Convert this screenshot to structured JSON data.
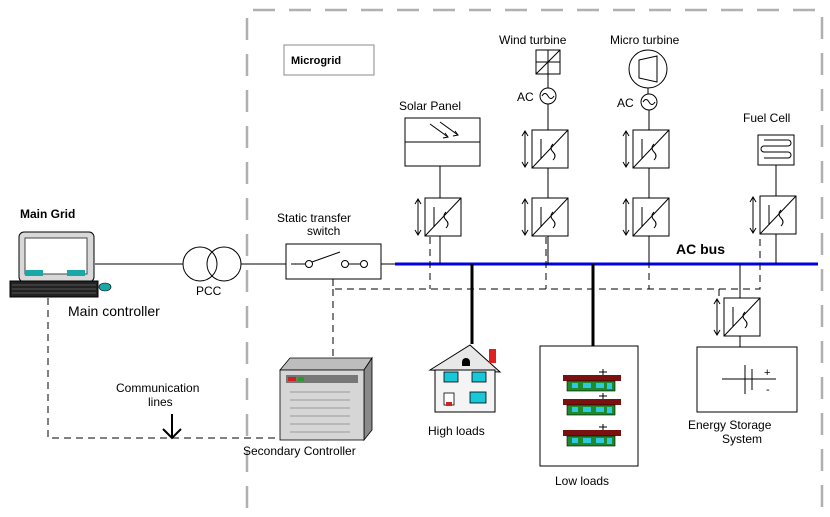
{
  "labels": {
    "microgrid": "Microgrid",
    "main_grid": "Main Grid",
    "main_controller": "Main controller",
    "pcc": "PCC",
    "static_transfer_1": "Static  transfer",
    "static_transfer_2": "switch",
    "communication_1": "Communication",
    "communication_2": "lines",
    "secondary_controller": "Secondary Controller",
    "solar_panel": "Solar Panel",
    "wind_turbine": "Wind turbine",
    "micro_turbine": "Micro turbine",
    "fuel_cell": "Fuel Cell",
    "ac_wind": "AC",
    "ac_micro": "AC",
    "ac_bus": "AC bus",
    "high_loads": "High loads",
    "low_loads": "Low loads",
    "energy_storage_1": "Energy Storage",
    "energy_storage_2": "System",
    "battery_plus": "+",
    "battery_minus": "-"
  },
  "colors": {
    "ac_bus": "#0000e0",
    "microgrid_border": "#b0b0b0",
    "house_roof": "#8b1a1a",
    "house_window": "#18c8d8",
    "house_chimney": "#e02020",
    "low_load_roof": "#7a1010",
    "low_load_body": "#1e8a2a",
    "low_load_window": "#30c8e0",
    "monitor_screen": "#1aa7a7"
  }
}
